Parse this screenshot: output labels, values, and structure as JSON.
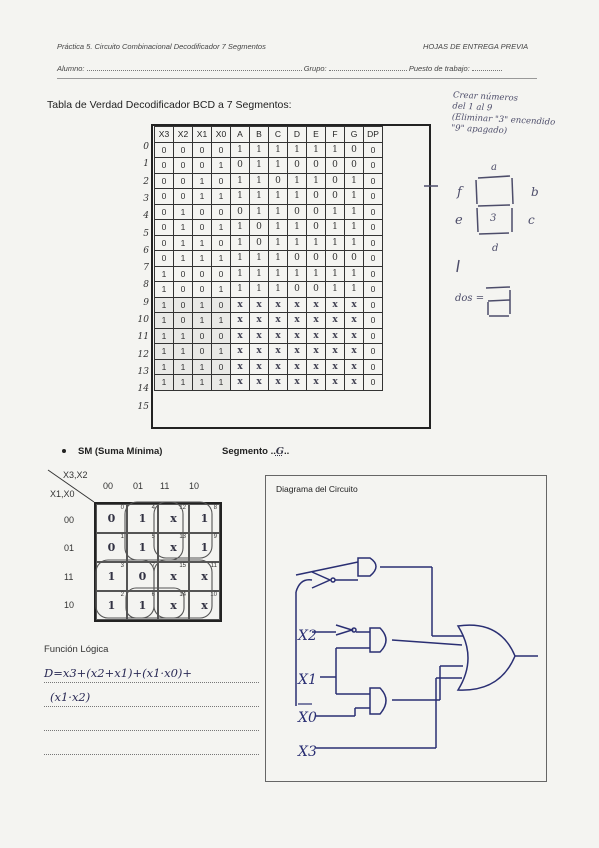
{
  "header": {
    "left": "Práctica 5. Circuito Combinacional Decodificador 7 Segmentos",
    "right": "HOJAS DE ENTREGA PREVIA",
    "alumno_label": "Alumno:",
    "grupo_label": "Grupo:",
    "puesto_label": "Puesto de trabajo:"
  },
  "table": {
    "title": "Tabla de Verdad Decodificador BCD a 7 Segmentos:",
    "headers": [
      "X3",
      "X2",
      "X1",
      "X0",
      "A",
      "B",
      "C",
      "D",
      "E",
      "F",
      "G",
      "DP"
    ],
    "row_labels": [
      "0",
      "1",
      "2",
      "3",
      "4",
      "5",
      "6",
      "7",
      "8",
      "9",
      "10",
      "11",
      "12",
      "13",
      "14",
      "15"
    ],
    "rows": [
      [
        "0",
        "0",
        "0",
        "0",
        "1",
        "1",
        "1",
        "1",
        "1",
        "1",
        "0",
        "0"
      ],
      [
        "0",
        "0",
        "0",
        "1",
        "0",
        "1",
        "1",
        "0",
        "0",
        "0",
        "0",
        "0"
      ],
      [
        "0",
        "0",
        "1",
        "0",
        "1",
        "1",
        "0",
        "1",
        "1",
        "0",
        "1",
        "0"
      ],
      [
        "0",
        "0",
        "1",
        "1",
        "1",
        "1",
        "1",
        "1",
        "0",
        "0",
        "1",
        "0"
      ],
      [
        "0",
        "1",
        "0",
        "0",
        "0",
        "1",
        "1",
        "0",
        "0",
        "1",
        "1",
        "0"
      ],
      [
        "0",
        "1",
        "0",
        "1",
        "1",
        "0",
        "1",
        "1",
        "0",
        "1",
        "1",
        "0"
      ],
      [
        "0",
        "1",
        "1",
        "0",
        "1",
        "0",
        "1",
        "1",
        "1",
        "1",
        "1",
        "0"
      ],
      [
        "0",
        "1",
        "1",
        "1",
        "1",
        "1",
        "1",
        "0",
        "0",
        "0",
        "0",
        "0"
      ],
      [
        "1",
        "0",
        "0",
        "0",
        "1",
        "1",
        "1",
        "1",
        "1",
        "1",
        "1",
        "0"
      ],
      [
        "1",
        "0",
        "0",
        "1",
        "1",
        "1",
        "1",
        "0",
        "0",
        "1",
        "1",
        "0"
      ],
      [
        "1",
        "0",
        "1",
        "0",
        "x",
        "x",
        "x",
        "x",
        "x",
        "x",
        "x",
        "0"
      ],
      [
        "1",
        "0",
        "1",
        "1",
        "x",
        "x",
        "x",
        "x",
        "x",
        "x",
        "x",
        "0"
      ],
      [
        "1",
        "1",
        "0",
        "0",
        "x",
        "x",
        "x",
        "x",
        "x",
        "x",
        "x",
        "0"
      ],
      [
        "1",
        "1",
        "0",
        "1",
        "x",
        "x",
        "x",
        "x",
        "x",
        "x",
        "x",
        "0"
      ],
      [
        "1",
        "1",
        "1",
        "0",
        "x",
        "x",
        "x",
        "x",
        "x",
        "x",
        "x",
        "0"
      ],
      [
        "1",
        "1",
        "1",
        "1",
        "x",
        "x",
        "x",
        "x",
        "x",
        "x",
        "x",
        "0"
      ]
    ]
  },
  "notes": {
    "crear": [
      "Crear números",
      "del 1 al 9",
      "(Eliminar \"3\" encendido",
      "\"9\" apagado)"
    ],
    "seg_labels": [
      "a",
      "f",
      "b",
      "e",
      "3",
      "c",
      "d"
    ],
    "dos": "dos ="
  },
  "sm": {
    "label": "SM (Suma Mínima)",
    "segment_label": "Segmento",
    "segment_value": "G"
  },
  "kmap": {
    "corner_top": "X3,X2",
    "corner_left": "X1,X0",
    "col_labels": [
      "00",
      "01",
      "11",
      "10"
    ],
    "row_labels": [
      "00",
      "01",
      "11",
      "10"
    ],
    "cells": [
      [
        "0",
        "1",
        "x",
        "1"
      ],
      [
        "0",
        "1",
        "x",
        "1"
      ],
      [
        "1",
        "0",
        "x",
        "x"
      ],
      [
        "1",
        "1",
        "x",
        "x"
      ]
    ],
    "indices": [
      [
        "0",
        "4",
        "12",
        "8"
      ],
      [
        "1",
        "5",
        "13",
        "9"
      ],
      [
        "3",
        "7",
        "15",
        "11"
      ],
      [
        "2",
        "6",
        "14",
        "10"
      ]
    ]
  },
  "diagram": {
    "title": "Diagrama del Circuito",
    "inputs": [
      "X2",
      "X1",
      "X0",
      "X3"
    ]
  },
  "funcion": {
    "title": "Función Lógica",
    "line1": "D=x3+(x2+x1)+(x1·x0)+",
    "line2": "(x1·x2)"
  }
}
